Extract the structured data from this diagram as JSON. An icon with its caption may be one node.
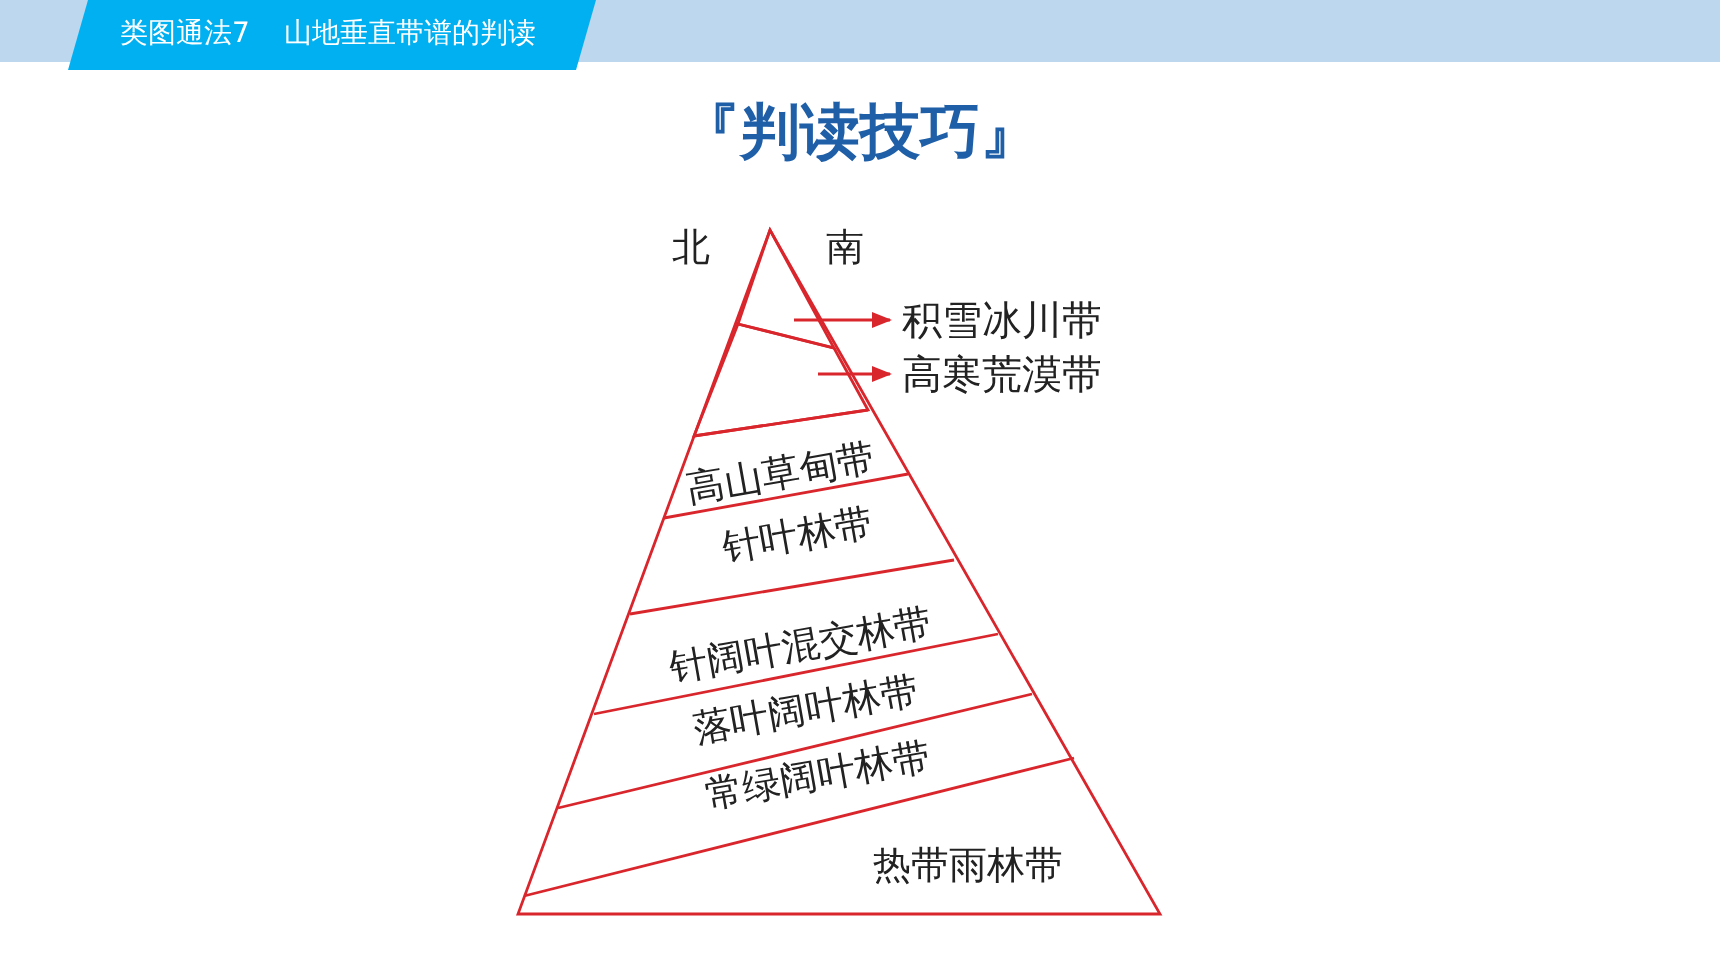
{
  "diagram": {
    "title": "『判读技巧』",
    "nodes": [
      {
        "text": [],
        "shape": "triangle"
      },
      {
        "text": [],
        "shape": "band"
      },
      {
        "text": [
          "积雪冰川带"
        ]
      },
      {
        "text": [
          "高寒荒漠带"
        ]
      },
      {
        "text": [
          "高山草甸带"
        ]
      },
      {
        "text": [
          "针叶林带"
        ]
      },
      {
        "text": [
          "针阔叶混交林带"
        ]
      },
      {
        "text": [
          "落叶阔叶林带"
        ]
      },
      {
        "text": [
          "常绿阔叶林带"
        ]
      },
      {
        "text": [
          "热带雨林带"
        ]
      }
    ],
    "edges": [
      {
        "from": 0,
        "to": 2,
        "arrow": "to"
      },
      {
        "from": 1,
        "to": 3,
        "arrow": "to"
      }
    ],
    "labels": [
      "类图通法7",
      "山地垂直带谱的判读",
      "北",
      "南"
    ]
  }
}
